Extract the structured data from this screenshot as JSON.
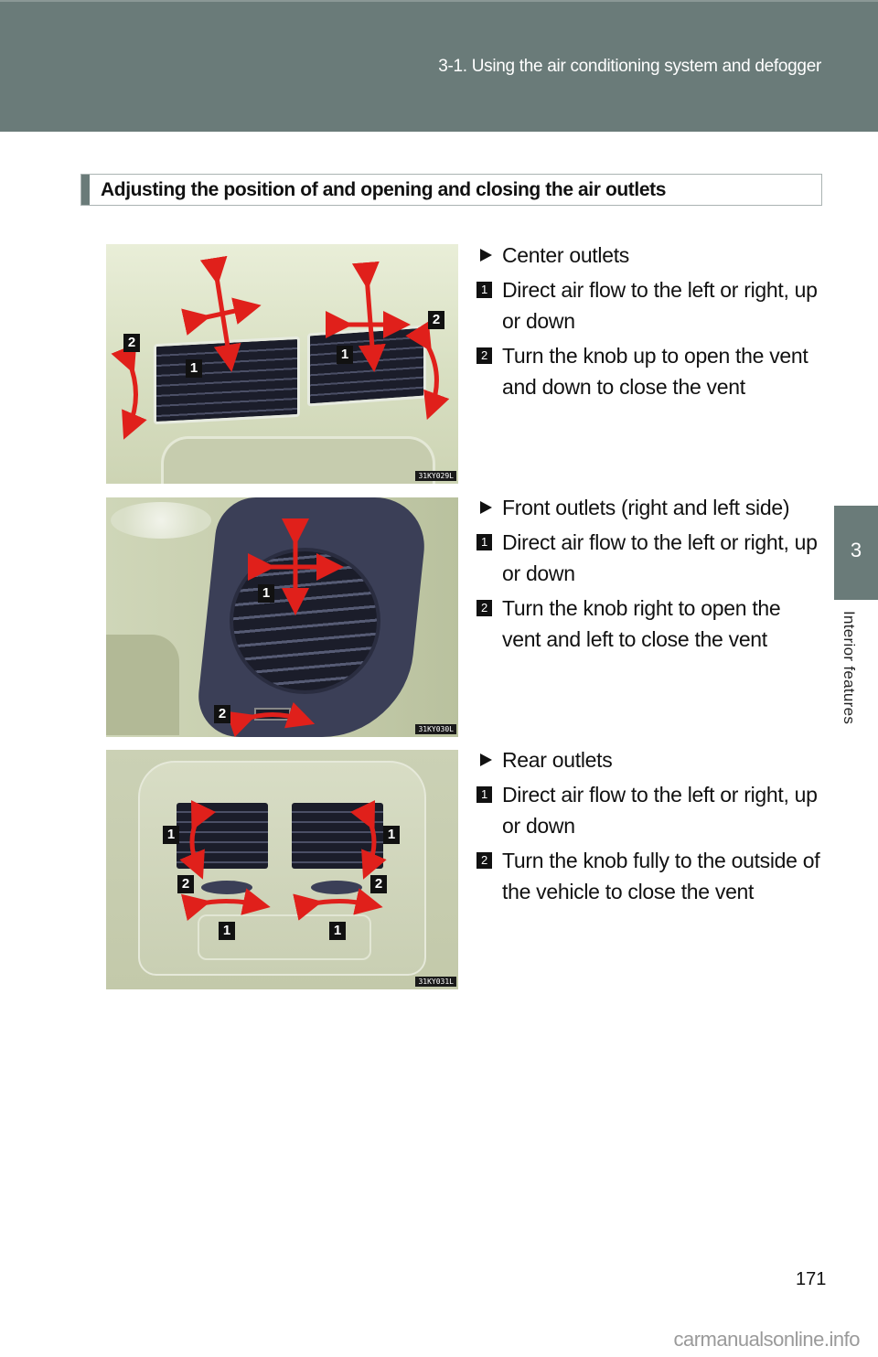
{
  "header": {
    "section_title": "3-1. Using the air conditioning system and defogger"
  },
  "side_tab": {
    "chapter_number": "3",
    "chapter_label": "Interior features"
  },
  "section_heading": "Adjusting the position of and opening and closing the air outlets",
  "outlets": [
    {
      "title": "Center outlets",
      "figure_code": "31KY029L",
      "steps": [
        {
          "number": "1",
          "text": "Direct air flow to the left or right, up or down"
        },
        {
          "number": "2",
          "text": "Turn the knob up to open the vent and down to close the vent"
        }
      ],
      "callouts": [
        "2",
        "1",
        "1",
        "2"
      ]
    },
    {
      "title": "Front outlets (right and left side)",
      "figure_code": "31KY030L",
      "steps": [
        {
          "number": "1",
          "text": "Direct air flow to the left or right, up or down"
        },
        {
          "number": "2",
          "text": "Turn the knob right to open the vent and left to close the vent"
        }
      ],
      "callouts": [
        "1",
        "2"
      ]
    },
    {
      "title": "Rear outlets",
      "figure_code": "31KY031L",
      "steps": [
        {
          "number": "1",
          "text": "Direct air flow to the left or right, up or down"
        },
        {
          "number": "2",
          "text": "Turn the knob fully to the outside of the vehicle to close the vent"
        }
      ],
      "callouts": [
        "1",
        "1",
        "2",
        "2",
        "1",
        "1"
      ]
    }
  ],
  "page_number": "171",
  "watermark": "carmanualsonline.info",
  "colors": {
    "header_band": "#6a7b79",
    "arrow_red": "#e0201b",
    "callout_bg": "#111111"
  }
}
